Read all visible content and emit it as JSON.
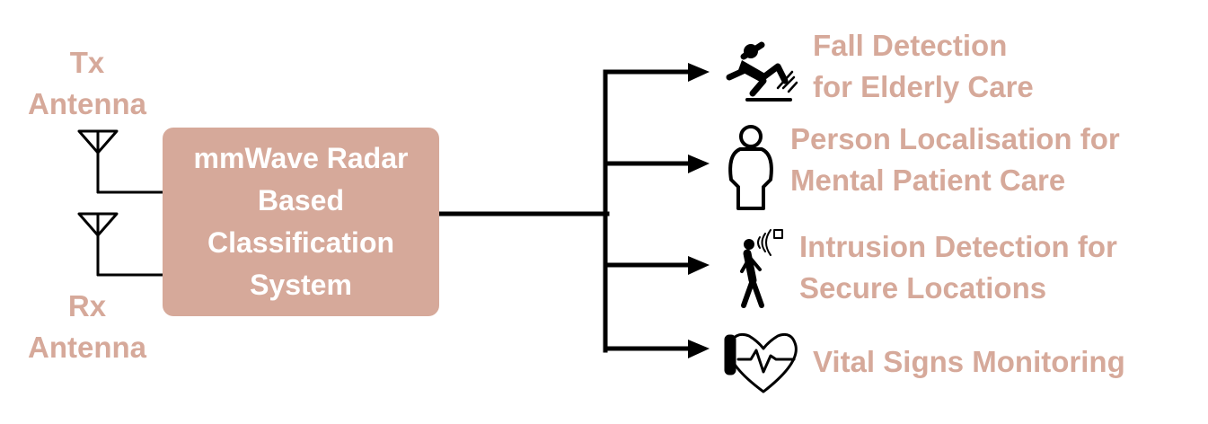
{
  "colors": {
    "accent": "#d6a99a",
    "line": "#000000",
    "box_text": "#ffffff"
  },
  "antennas": {
    "tx": {
      "line1": "Tx",
      "line2": "Antenna"
    },
    "rx": {
      "line1": "Rx",
      "line2": "Antenna"
    }
  },
  "system_box": {
    "line1": "mmWave Radar",
    "line2": "Based",
    "line3": "Classification",
    "line4": "System"
  },
  "applications": [
    {
      "icon": "falling-person-icon",
      "line1": "Fall Detection",
      "line2": "for Elderly Care"
    },
    {
      "icon": "person-outline-icon",
      "line1": "Person Localisation for",
      "line2": "Mental Patient Care"
    },
    {
      "icon": "walking-person-radar-icon",
      "line1": "Intrusion Detection for",
      "line2": "Secure Locations"
    },
    {
      "icon": "heart-pulse-icon",
      "line1": "Vital Signs Monitoring"
    }
  ]
}
